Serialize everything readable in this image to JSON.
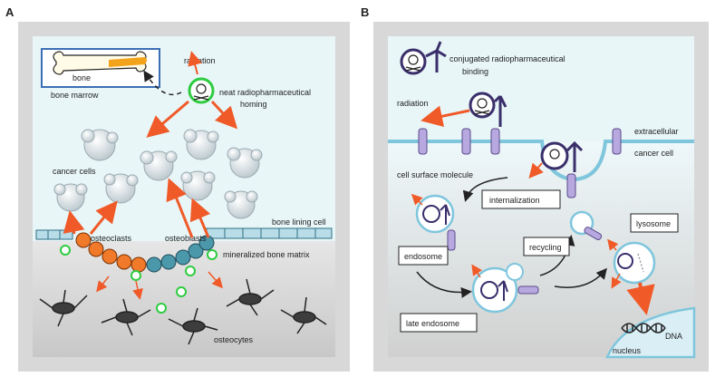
{
  "panel_a": {
    "letter": "A",
    "inset_label": "bone",
    "bone_marrow": "bone marrow",
    "radiation": "radiation",
    "homing_line1": "neat radiopharmaceutical",
    "homing_line2": "homing",
    "cancer_cells": "cancer cells",
    "bone_lining_cell": "bone lining cell",
    "osteoclasts": "osteoclasts",
    "osteoblasts": "osteoblasts",
    "mineralized_matrix": "mineralized bone matrix",
    "osteocytes": "osteocytes"
  },
  "panel_b": {
    "letter": "B",
    "binding_line1": "conjugated radiopharmaceutical",
    "binding_line2": "binding",
    "radiation": "radiation",
    "extracellular": "extracellular",
    "cancer_cell": "cancer cell",
    "cell_surface_molecule": "cell surface molecule",
    "internalization": "internalization",
    "endosome": "endosome",
    "recycling": "recycling",
    "lysosome": "lysosome",
    "late_endosome": "late endosome",
    "dna": "DNA",
    "nucleus": "nucleus"
  },
  "colors": {
    "panel_frame": "#d8d8d8",
    "panel_bg": "#e8f6f8",
    "radiation_arrow": "#f05a28",
    "marker_ring": "#2ecc40",
    "antibody": "#3a2f6b",
    "receptor": "#b8a8e0",
    "cell_membrane": "#7fc6dd",
    "osteoclast": "#f07a2a"
  }
}
